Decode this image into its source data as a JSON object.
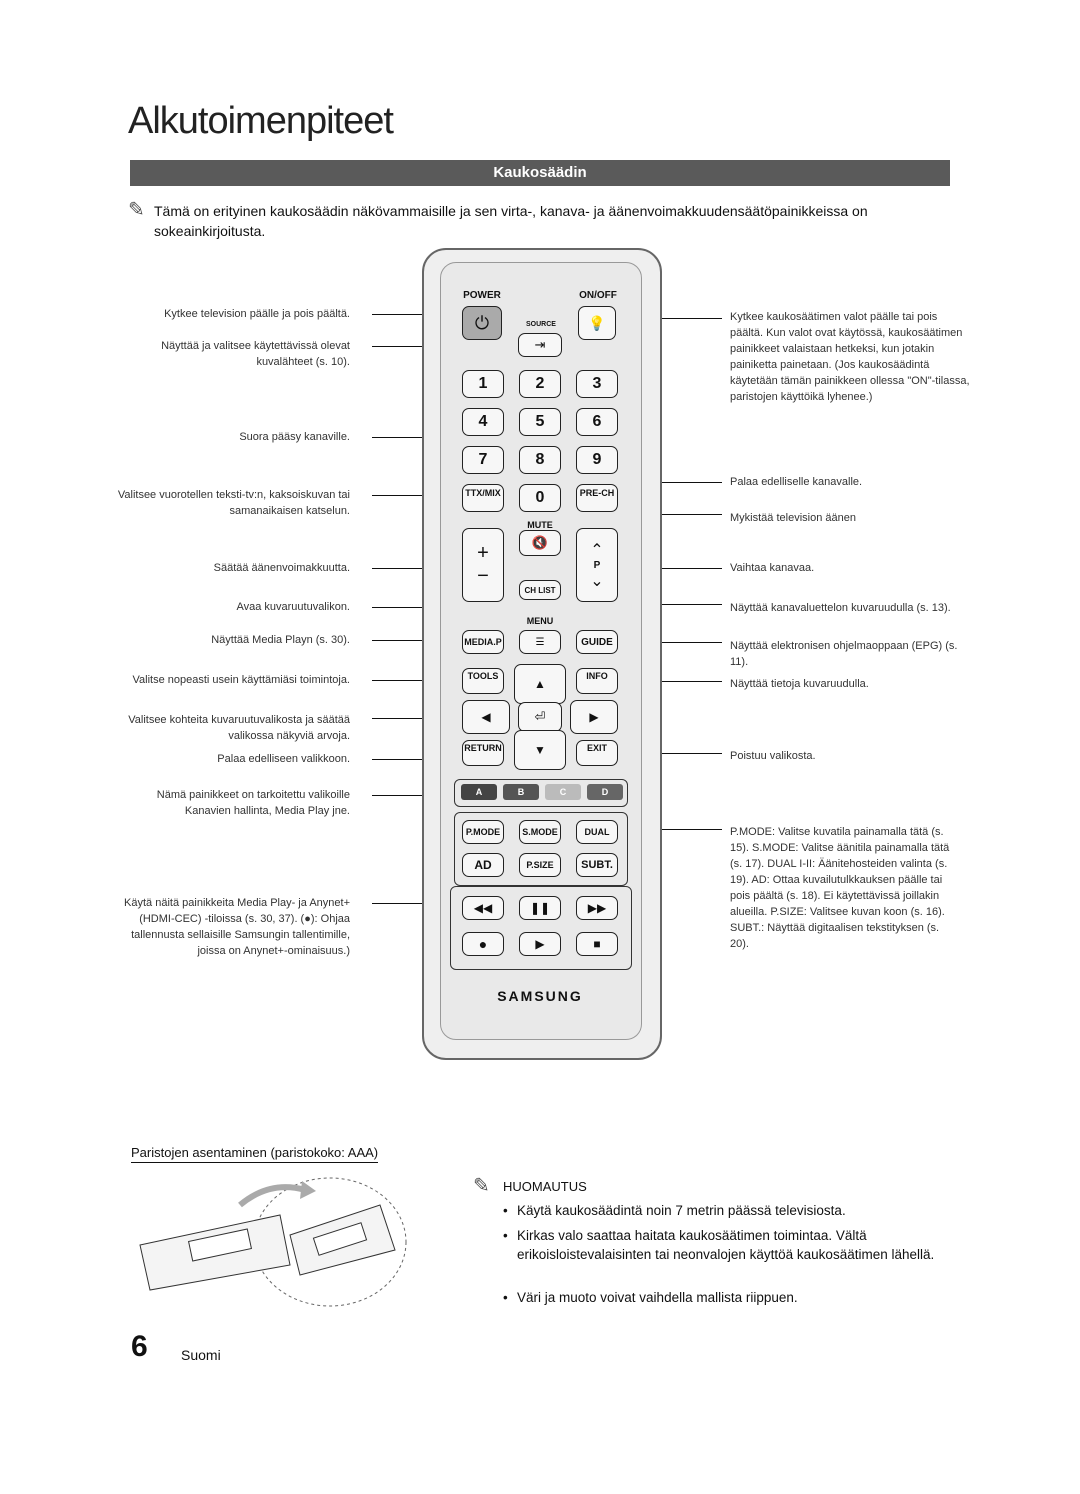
{
  "page_title": "Alkutoimenpiteet",
  "section_title": "Kaukosäädin",
  "intro_note": "Tämä on erityinen kaukosäädin näkövammaisille ja sen virta-, kanava- ja äänenvoimakkuudensäätöpainikkeissa on sokeainkirjoitusta.",
  "left_labels": [
    "Kytkee television päälle ja pois päältä.",
    "Näyttää ja valitsee käytettävissä olevat kuvalähteet (s. 10).",
    "Suora pääsy kanaville.",
    "Valitsee vuorotellen teksti-tv:n, kaksoiskuvan tai samanaikaisen katselun.",
    "Säätää äänenvoimakkuutta.",
    "Avaa kuvaruutuvalikon.",
    "Näyttää Media Playn (s. 30).",
    "Valitse nopeasti usein käyttämiäsi toimintoja.",
    "Valitsee kohteita kuvaruutuvalikosta ja säätää valikossa näkyviä arvoja.",
    "Palaa edelliseen valikkoon.",
    "Nämä painikkeet on tarkoitettu valikoille Kanavien hallinta, Media Play jne.",
    "Käytä näitä painikkeita Media Play- ja Anynet+ (HDMI-CEC) -tiloissa (s. 30, 37). (●): Ohjaa tallennusta sellaisille Samsungin tallentimille, joissa on Anynet+-ominaisuus.)"
  ],
  "right_labels": [
    "Kytkee kaukosäätimen valot päälle tai pois päältä. Kun valot ovat käytössä, kaukosäätimen painikkeet valaistaan hetkeksi, kun jotakin painiketta painetaan. (Jos kaukosäädintä käytetään tämän painikkeen ollessa \"ON\"-tilassa, paristojen käyttöikä lyhenee.)",
    "Palaa edelliselle kanavalle.",
    "Mykistää television äänen",
    "Vaihtaa kanavaa.",
    "Näyttää kanavaluettelon kuvaruudulla (s. 13).",
    "Näyttää elektronisen ohjelmaoppaan (EPG) (s. 11).",
    "Näyttää tietoja kuvaruudulla.",
    "Poistuu valikosta.",
    "P.MODE: Valitse kuvatila painamalla tätä (s. 15). S.MODE: Valitse äänitila painamalla tätä (s. 17). DUAL I-II: Äänitehosteiden valinta (s. 19). AD: Ottaa kuvailutulkkauksen päälle tai pois päältä (s. 18). Ei käytettävissä joillakin alueilla. P.SIZE: Valitsee kuvan koon (s. 16). SUBT.: Näyttää digitaalisen tekstityksen (s. 20)."
  ],
  "remote": {
    "power": "POWER",
    "onoff": "ON/OFF",
    "source": "SOURCE",
    "digits": [
      "1",
      "2",
      "3",
      "4",
      "5",
      "6",
      "7",
      "8",
      "9",
      "0"
    ],
    "ttx": "TTX/MIX",
    "prech": "PRE-CH",
    "mute": "MUTE",
    "p": "P",
    "chlist": "CH LIST",
    "menu": "MENU",
    "mediap": "MEDIA.P",
    "guide": "GUIDE",
    "tools": "TOOLS",
    "info": "INFO",
    "ret": "RETURN",
    "exit": "EXIT",
    "colors": [
      "A",
      "B",
      "C",
      "D"
    ],
    "pmode": "P.MODE",
    "smode": "S.MODE",
    "dual": "DUAL",
    "ad": "AD",
    "psize": "P.SIZE",
    "subt": "SUBT.",
    "brand": "SAMSUNG",
    "color_values": [
      "#444444",
      "#555555",
      "#bbbbbb",
      "#666666"
    ]
  },
  "battery_title": "Paristojen asentaminen (paristokoko: AAA)",
  "note_title": "HUOMAUTUS",
  "notes": [
    "Käytä kaukosäädintä noin 7 metrin päässä televisiosta.",
    "Kirkas valo saattaa haitata kaukosäätimen toimintaa. Vältä erikoisloistevalaisinten tai neonvalojen käyttöä kaukosäätimen lähellä.",
    "Väri ja muoto voivat vaihdella mallista riippuen."
  ],
  "page_number": "6",
  "page_language": "Suomi"
}
